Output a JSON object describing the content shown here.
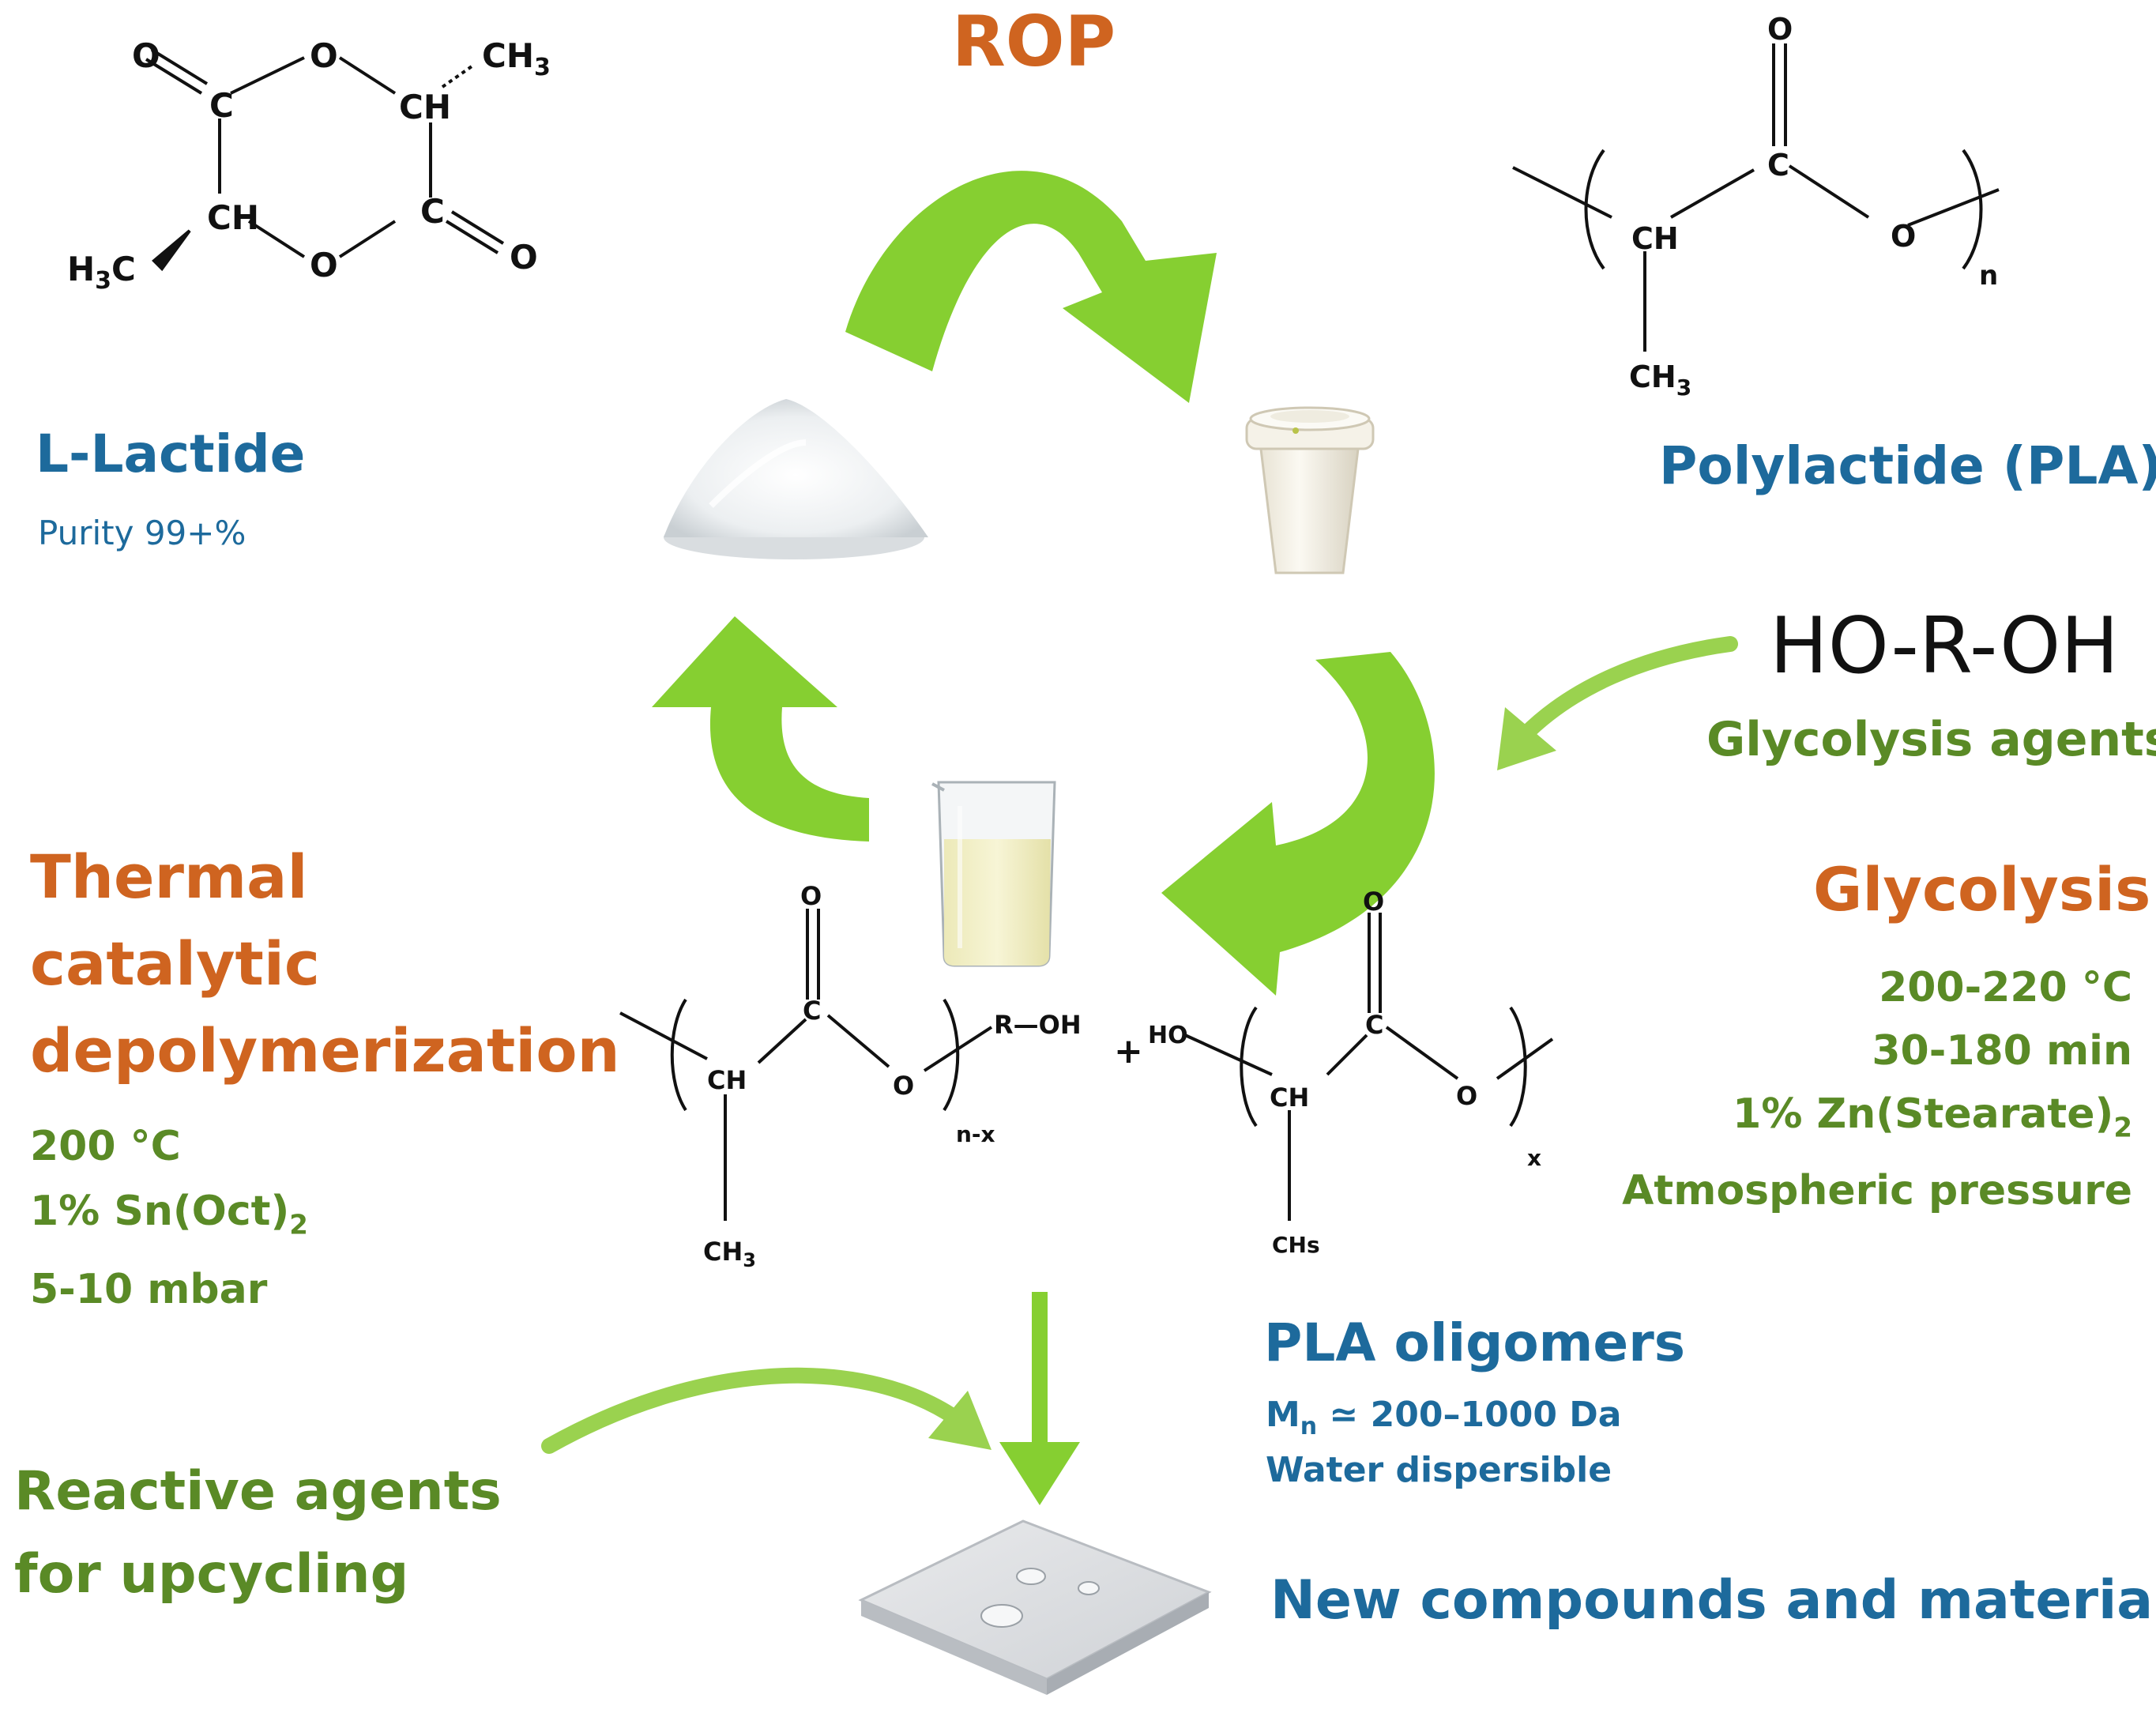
{
  "title": "ROP",
  "lactide": {
    "name": "L-Lactide",
    "purity": "Purity 99+%"
  },
  "pla": {
    "name": "Polylactide (PLA)"
  },
  "glycol_agent": {
    "formula": "HO-R-OH",
    "label": "Glycolysis agents"
  },
  "glycolysis": {
    "title": "Glycolysis",
    "temp": "200-220 °C",
    "time": "30-180 min",
    "catalyst_prefix": "1% Zn(Stearate)",
    "catalyst_sub": "2",
    "pressure": "Atmospheric pressure"
  },
  "thermal": {
    "line1": "Thermal",
    "line2": "catalytic",
    "line3": "depolymerization",
    "temp": "200 °C",
    "catalyst_prefix": "1% Sn(Oct)",
    "catalyst_sub": "2",
    "pressure": "5-10 mbar"
  },
  "oligomers": {
    "title": "PLA oligomers",
    "mn_prefix": "M",
    "mn_sub": "n",
    "mn_value": " ≃ 200–1000 Da",
    "dispersible": "Water dispersible"
  },
  "reactive": {
    "line1": "Reactive agents",
    "line2": "for upcycling"
  },
  "new_materials": "New compounds and materials",
  "chem": {
    "O": "O",
    "C": "C",
    "CH": "CH",
    "CH3_main": "CH",
    "sub3": "3",
    "n": "n",
    "n_minus_x": "n-x",
    "x": "x",
    "R_OH": "R—OH",
    "HO": "HO",
    "plus": "+",
    "CH3_alt": "CHs"
  },
  "colors": {
    "arrow_green": "#86cf31",
    "blue": "#1d6a9c",
    "orange": "#cf6420",
    "green_text": "#5a8a26"
  }
}
